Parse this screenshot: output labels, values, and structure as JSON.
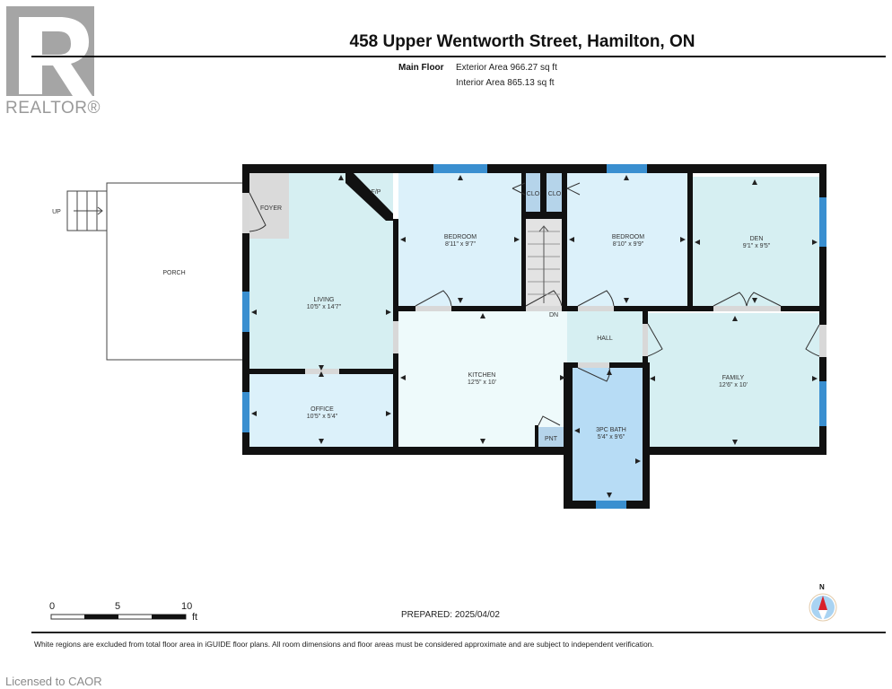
{
  "logo": {
    "brand": "REALTOR®",
    "mark": "R"
  },
  "header": {
    "title": "458 Upper Wentworth Street, Hamilton, ON",
    "floor_name": "Main Floor",
    "exterior_area": "Exterior Area 966.27 sq ft",
    "interior_area": "Interior Area 865.13 sq ft"
  },
  "rooms": {
    "porch": {
      "name": "PORCH"
    },
    "stairs_up": {
      "name": "UP"
    },
    "foyer": {
      "name": "FOYER"
    },
    "fireplace": {
      "name": "F/P"
    },
    "living": {
      "name": "LIVING",
      "dims": "10'5\" x 14'7\""
    },
    "office": {
      "name": "OFFICE",
      "dims": "10'5\" x 5'4\""
    },
    "bedroom1": {
      "name": "BEDROOM",
      "dims": "8'11\" x 9'7\""
    },
    "closet1": {
      "name": "CLO"
    },
    "closet2": {
      "name": "CLO"
    },
    "bedroom2": {
      "name": "BEDROOM",
      "dims": "8'10\" x 9'9\""
    },
    "den": {
      "name": "DEN",
      "dims": "9'1\" x 9'5\""
    },
    "stairs_down": {
      "name": "DN"
    },
    "kitchen": {
      "name": "KITCHEN",
      "dims": "12'5\" x 10'"
    },
    "pantry": {
      "name": "PNT"
    },
    "hall": {
      "name": "HALL"
    },
    "bath": {
      "name": "3PC BATH",
      "dims": "5'4\" x 9'6\""
    },
    "family": {
      "name": "FAMILY",
      "dims": "12'6\" x 10'"
    }
  },
  "scale_bar": {
    "labels": [
      "0",
      "5",
      "10"
    ],
    "unit": "ft"
  },
  "compass": {
    "label": "N"
  },
  "footer": {
    "prepared": "PREPARED: 2025/04/02",
    "disclaimer": "White regions are excluded from total floor area in iGUIDE floor plans. All room dimensions and floor areas must be considered approximate and are subject to independent verification.",
    "licensed": "Licensed to CAOR"
  },
  "colors": {
    "wall": "#111111",
    "window": "#3a8fd0",
    "living": "#d6eff2",
    "bedroom": "#dcf1fa",
    "kitchen": "#eefafb",
    "bath": "#b7dcf5",
    "closet": "#b5d4ea",
    "foyer": "#dadada",
    "stair": "#e3e3e3",
    "compass_red": "#d9212b",
    "compass_blue": "#a9d3f2"
  }
}
